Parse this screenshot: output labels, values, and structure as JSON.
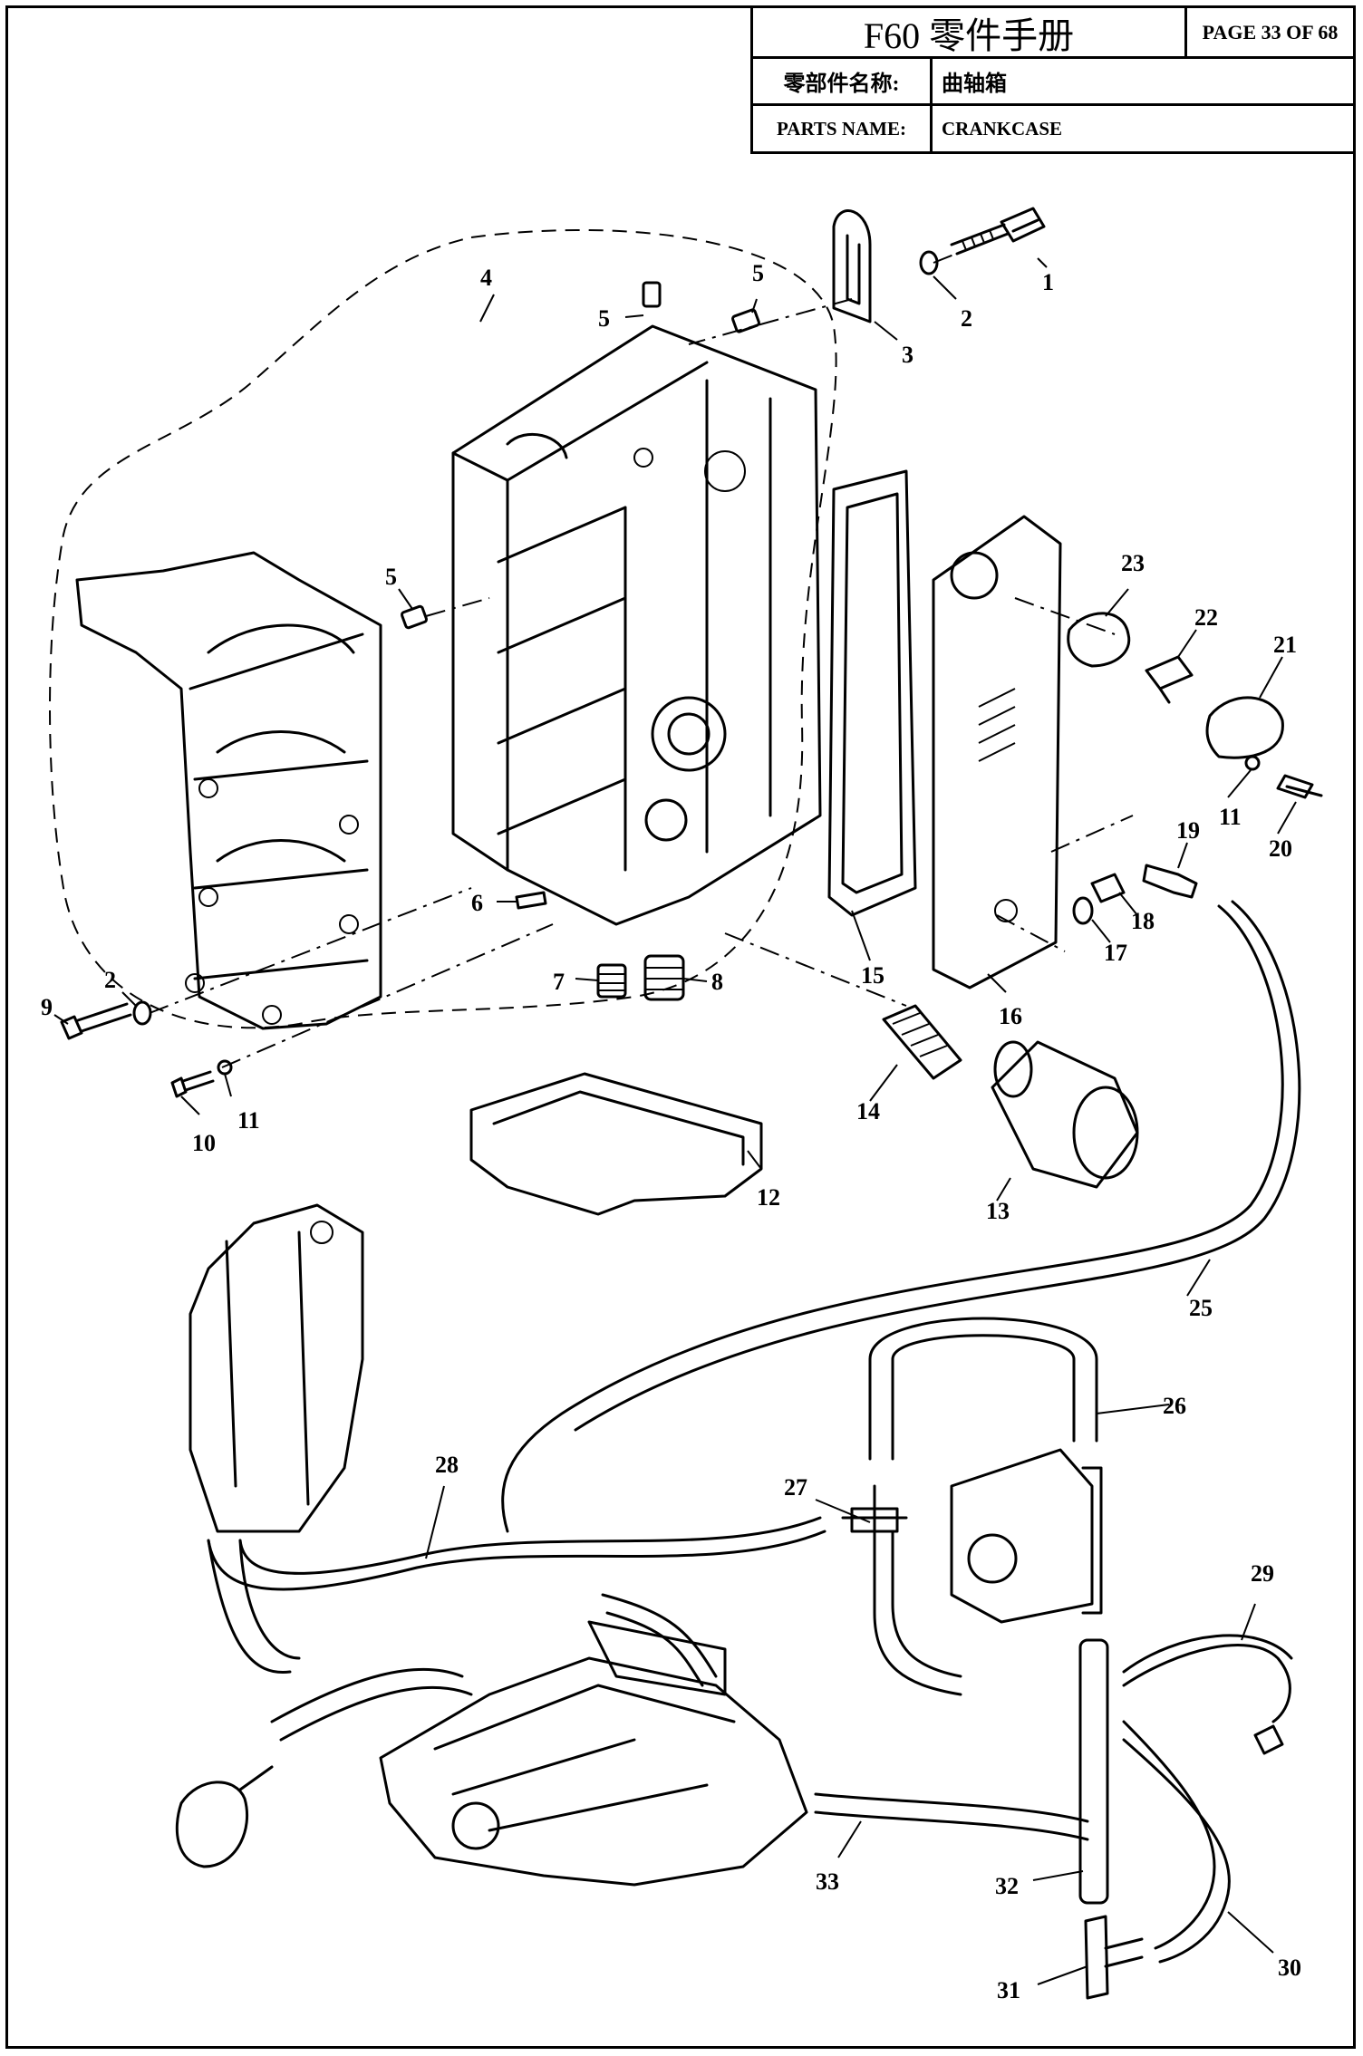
{
  "header": {
    "title": "F60 零件手册",
    "page": "PAGE 33 OF 68",
    "name_label_cn": "零部件名称:",
    "name_value_cn": "曲轴箱",
    "name_label_en": "PARTS NAME:",
    "name_value_en": "CRANKCASE"
  },
  "callouts": [
    "1",
    "2",
    "3",
    "4",
    "5",
    "5",
    "5",
    "6",
    "7",
    "8",
    "9",
    "2",
    "10",
    "11",
    "12",
    "13",
    "14",
    "15",
    "16",
    "17",
    "18",
    "19",
    "20",
    "11",
    "21",
    "22",
    "23",
    "25",
    "26",
    "27",
    "28",
    "29",
    "30",
    "31",
    "32",
    "33"
  ]
}
